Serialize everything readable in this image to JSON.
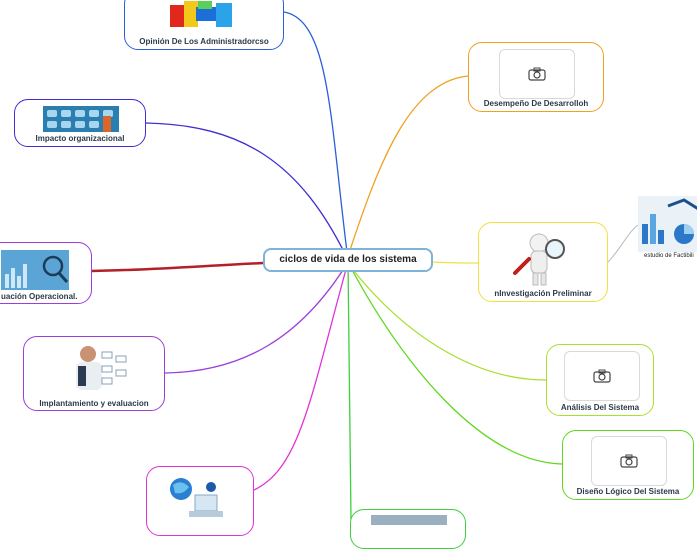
{
  "center": {
    "title": "ciclos de vida de los sistema"
  },
  "nodes": {
    "opinion": "Opinión De Los Administradorcso",
    "impacto": "Impacto organizacional",
    "evaluacion": "uación Operacional.",
    "implantamiento": "Implantamiento y evaluacion",
    "desempeno": "Desempeño De Desarrolloh",
    "investigacion": "nInvestigación Preliminar",
    "analisis": "Análisis Del Sistema",
    "diseno": "Diseño Lógico Del Sistema",
    "estudio": "estudio de Factibili"
  },
  "colors": {
    "opinion": "#2a5fd8",
    "impacto": "#3f2fd0",
    "evaluacion": "#b3202a",
    "implantamiento": "#9b3fd8",
    "bottom_left": "#e032d8",
    "bottom": "#3fcf3f",
    "desempeno": "#f0a020",
    "investigacion": "#f0e040",
    "analisis": "#a8e030",
    "diseno": "#60d820",
    "center_border": "#7fb2d9"
  },
  "icons": [
    "camera-icon",
    "magnifier-icon"
  ]
}
